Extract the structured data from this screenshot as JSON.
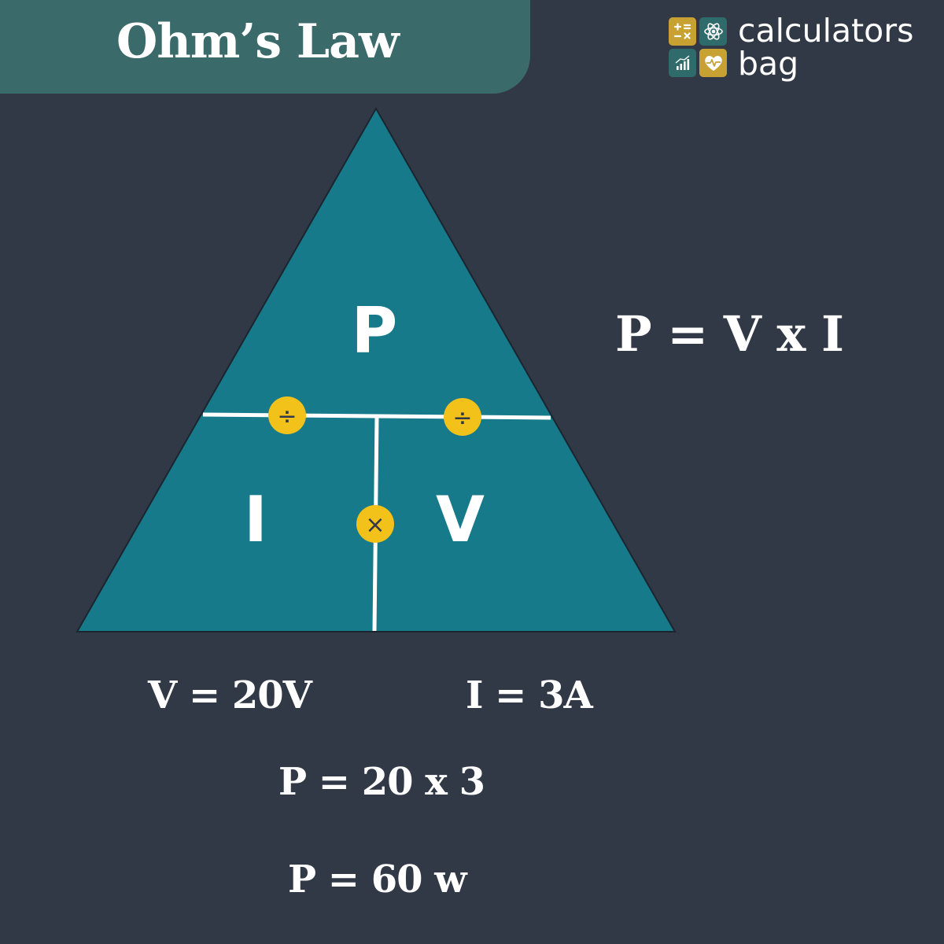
{
  "title": "Ohm’s Law",
  "logo": {
    "line1": "calculators",
    "line2": "bag"
  },
  "triangle": {
    "top_label": "P",
    "left_label": "I",
    "right_label": "V",
    "divide_symbol": "÷",
    "multiply_symbol": "×"
  },
  "formula": "P = V x I",
  "given": {
    "voltage": "V = 20V",
    "current": "I = 3A"
  },
  "steps": {
    "substitution": "P = 20 x 3",
    "result": "P = 60 w"
  },
  "colors": {
    "background": "#313846",
    "banner": "#3b6a6b",
    "triangle": "#177a8b",
    "operator_badge": "#f2c21b",
    "logo_gold": "#c7a233",
    "logo_teal": "#2f6b6a"
  },
  "icons": [
    "plus-minus-times-icon",
    "atom-icon",
    "bar-chart-icon",
    "heart-pulse-icon"
  ]
}
